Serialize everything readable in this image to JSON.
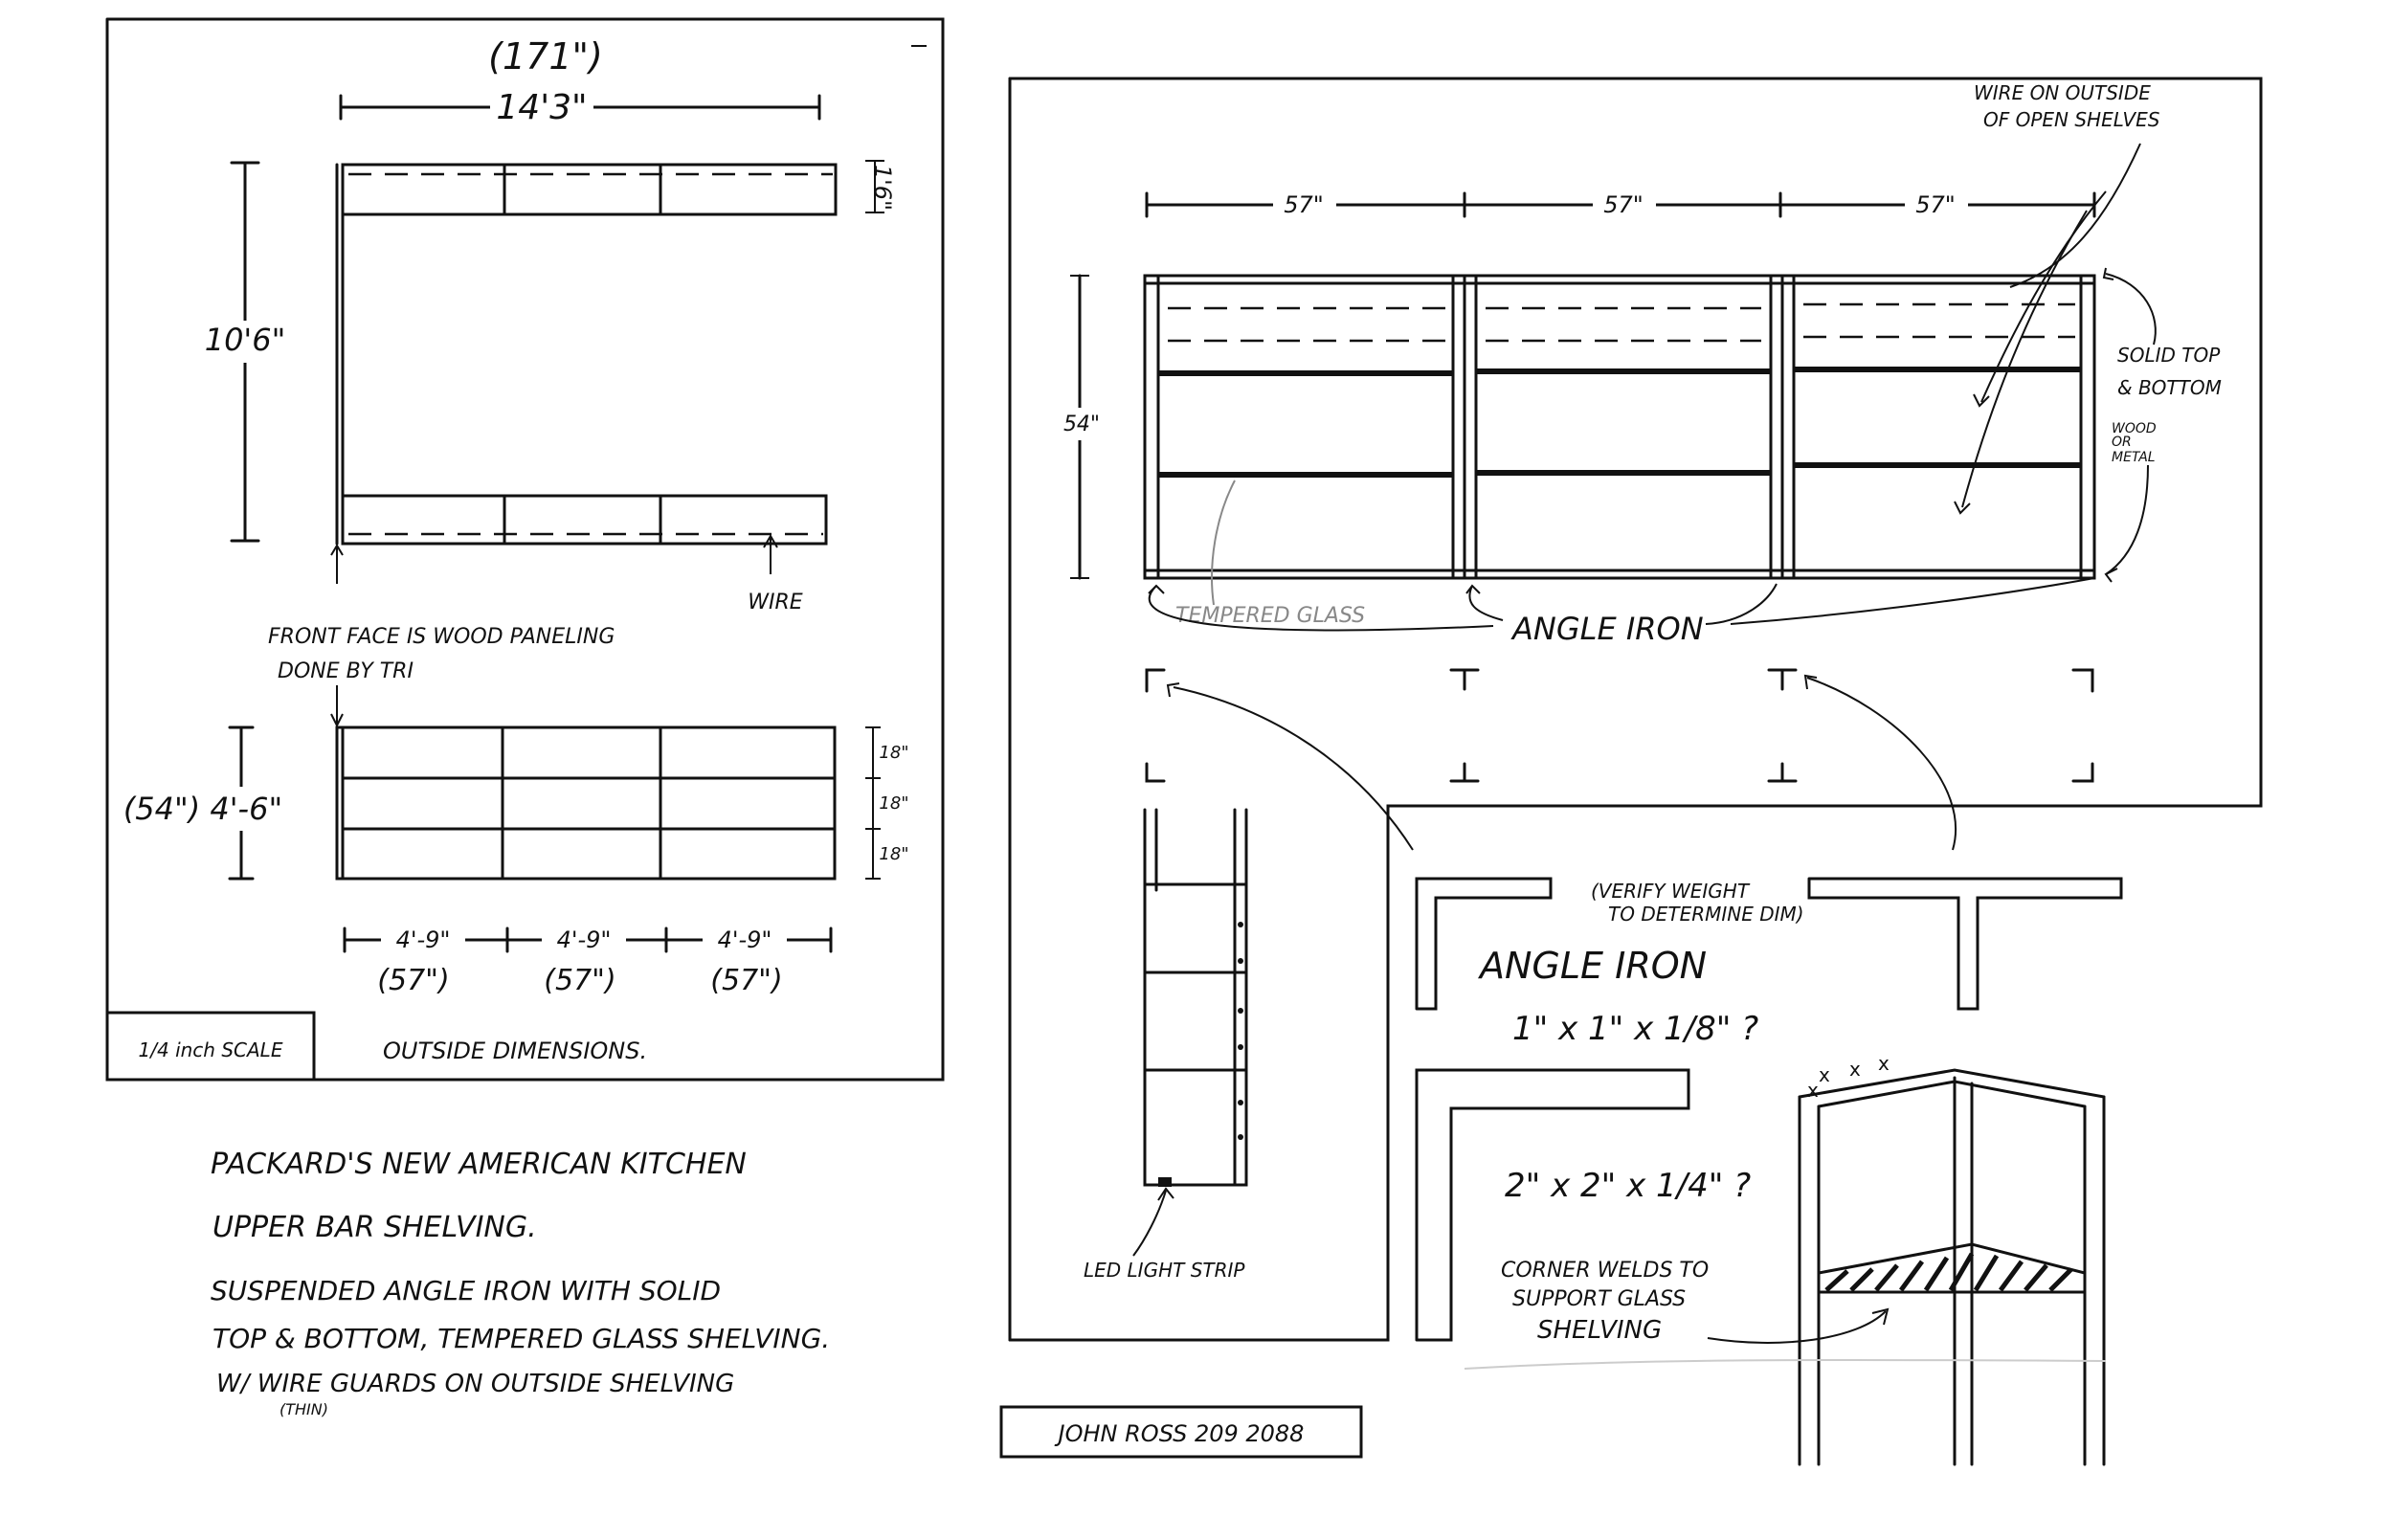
{
  "plan_view": {
    "width_in": "(171\")",
    "width_ft": "14'3\"",
    "depth": "10'6\"",
    "top_depth": "1'6\"",
    "wire_label": "WIRE",
    "front_face_label_1": "FRONT FACE IS WOOD PANELING",
    "front_face_label_2": "DONE BY TRI"
  },
  "elevation_left": {
    "height": "(54\") 4'-6\"",
    "shelf_spacing": [
      "18\"",
      "18\"",
      "18\""
    ],
    "bay_ft": [
      "4'-9\"",
      "4'-9\"",
      "4'-9\""
    ],
    "bay_in": [
      "(57\")",
      "(57\")",
      "(57\")"
    ],
    "scale_label": "1/4 inch SCALE",
    "outside_label": "OUTSIDE DIMENSIONS."
  },
  "title_block": {
    "line1": "PACKARD'S NEW AMERICAN KITCHEN",
    "line2": "UPPER BAR SHELVING.",
    "line3": "SUSPENDED ANGLE IRON WITH SOLID",
    "line4": "TOP & BOTTOM, TEMPERED GLASS SHELVING.",
    "line5": "W/ WIRE GUARDS ON OUTSIDE SHELVING",
    "line6": "(THIN)"
  },
  "front_elevation": {
    "wire_note_1": "WIRE ON OUTSIDE",
    "wire_note_2": "OF OPEN SHELVES",
    "bay_dims": [
      "57\"",
      "57\"",
      "57\""
    ],
    "height": "54\"",
    "solid_1": "SOLID TOP",
    "solid_2": "& BOTTOM",
    "wood_1": "WOOD",
    "wood_2": "OR",
    "wood_3": "METAL",
    "glass_label": "TEMPERED GLASS",
    "angle_label": "ANGLE IRON"
  },
  "details": {
    "verify_1": "(VERIFY WEIGHT",
    "verify_2": "TO DETERMINE DIM)",
    "angle_title": "ANGLE IRON",
    "angle_size_1": "1\" x 1\" x 1/8\" ?",
    "angle_size_2": "2\" x 2\" x 1/4\" ?",
    "corner_1": "CORNER WELDS TO",
    "corner_2": "SUPPORT GLASS",
    "corner_3": "SHELVING",
    "led_label": "LED LIGHT STRIP",
    "signature": "JOHN ROSS 209 2088"
  }
}
